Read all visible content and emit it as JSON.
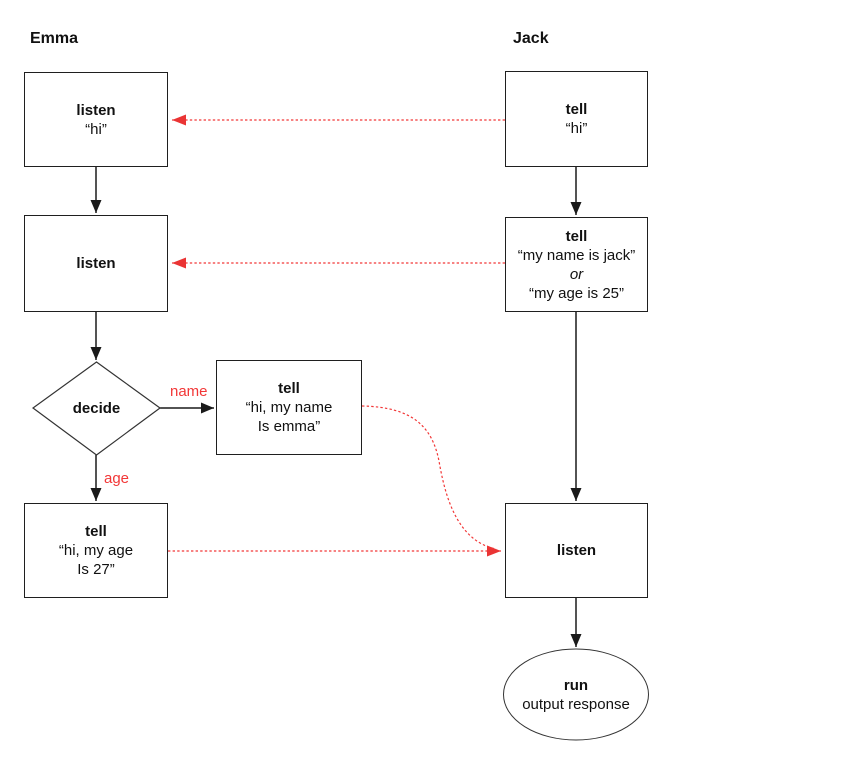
{
  "diagram": {
    "actors": {
      "left": "Emma",
      "right": "Jack"
    },
    "nodes": {
      "emma_listen1": {
        "title": "listen",
        "line1": "“hi”"
      },
      "emma_listen2": {
        "title": "listen"
      },
      "emma_decide": {
        "title": "decide"
      },
      "emma_tell_name": {
        "title": "tell",
        "line1": "“hi, my name",
        "line2": "Is emma”"
      },
      "emma_tell_age": {
        "title": "tell",
        "line1": "“hi, my age",
        "line2": "Is 27”"
      },
      "jack_tell1": {
        "title": "tell",
        "line1": "“hi”"
      },
      "jack_tell2": {
        "title": "tell",
        "line1": "“my name is jack”",
        "line2": "or",
        "line3": "“my age is 25”"
      },
      "jack_listen": {
        "title": "listen"
      },
      "jack_run": {
        "title": "run",
        "line1": "output response"
      }
    },
    "edge_labels": {
      "name_branch": "name",
      "age_branch": "age"
    },
    "colors": {
      "flow_line": "#1a1a1a",
      "message_line": "#f23737",
      "shape_border": "#1f1f1f",
      "text": "#111111"
    }
  }
}
